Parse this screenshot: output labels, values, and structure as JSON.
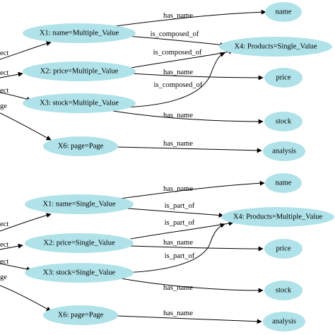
{
  "diagram": {
    "top": {
      "nodes": {
        "x1": "X1: name=Multiple_Value",
        "x2": "X2: price=Multiple_Value",
        "x3": "X3: stock=Multiple_Value",
        "x6": "X6: page=Page",
        "x4": "X4: Products=Single_Value",
        "name": "name",
        "price": "price",
        "stock": "stock",
        "analysis": "analysis"
      },
      "edges": {
        "x1_name": "has_name",
        "x1_x4": "is_composed_of",
        "x2_x4": "is_composed_of",
        "x2_price": "has_name",
        "x3_x4": "is_composed_of",
        "x3_stock": "has_name",
        "x6_analysis": "has_name"
      },
      "stubs": [
        "ect",
        "ect",
        "ect",
        "ge"
      ]
    },
    "bottom": {
      "nodes": {
        "x1": "X1: name=Single_Value",
        "x2": "X2: price=Single_Value",
        "x3": "X3: stock=Single_Value",
        "x6": "X6: page=Page",
        "x4": "X4: Products=Multiple_Value",
        "name": "name",
        "price": "price",
        "stock": "stock",
        "analysis": "analysis"
      },
      "edges": {
        "x1_name": "has_name",
        "x1_x4": "is_part_of",
        "x2_x4": "is_part_of",
        "x2_price": "has_name",
        "x3_x4": "is_part_of",
        "x3_stock": "has_name",
        "x6_analysis": "has_name"
      },
      "stubs": [
        "ect",
        "ect",
        "ect",
        "ge"
      ]
    }
  }
}
